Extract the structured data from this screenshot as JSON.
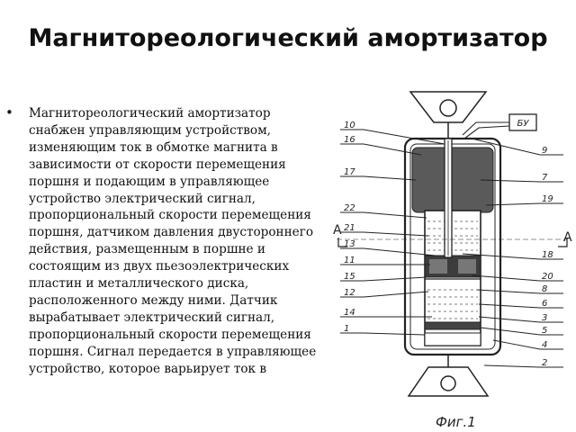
{
  "slide": {
    "title": "Магнитореологический амортизатор",
    "bullet_symbol": "•",
    "body": "Магнитореологический амортизатор снабжен управляющим устройством, изменяющим ток в обмотке магнита в зависимости от скорости перемещения поршня и подающим в управляющее устройство электрический сигнал, пропорциональный скорости перемещения поршня, датчиком давления двустороннего действия, размещенным в поршне и состоящим из двух пьезоэлектрических пластин и металлического диска, расположенного между ними. Датчик вырабатывает электрический сигнал, пропорциональный скорости перемещения поршня. Сигнал передается в управляющее устройство, которое варьирует ток в"
  },
  "figure": {
    "caption": "Фиг.1",
    "control_unit_label": "БУ",
    "section_marks": [
      "A",
      "A"
    ],
    "left_labels": [
      "10",
      "16",
      "17",
      "22",
      "21",
      "13",
      "11",
      "15",
      "12",
      "14",
      "1"
    ],
    "right_labels": [
      "9",
      "7",
      "19",
      "18",
      "20",
      "8",
      "6",
      "3",
      "5",
      "4",
      "2"
    ]
  }
}
